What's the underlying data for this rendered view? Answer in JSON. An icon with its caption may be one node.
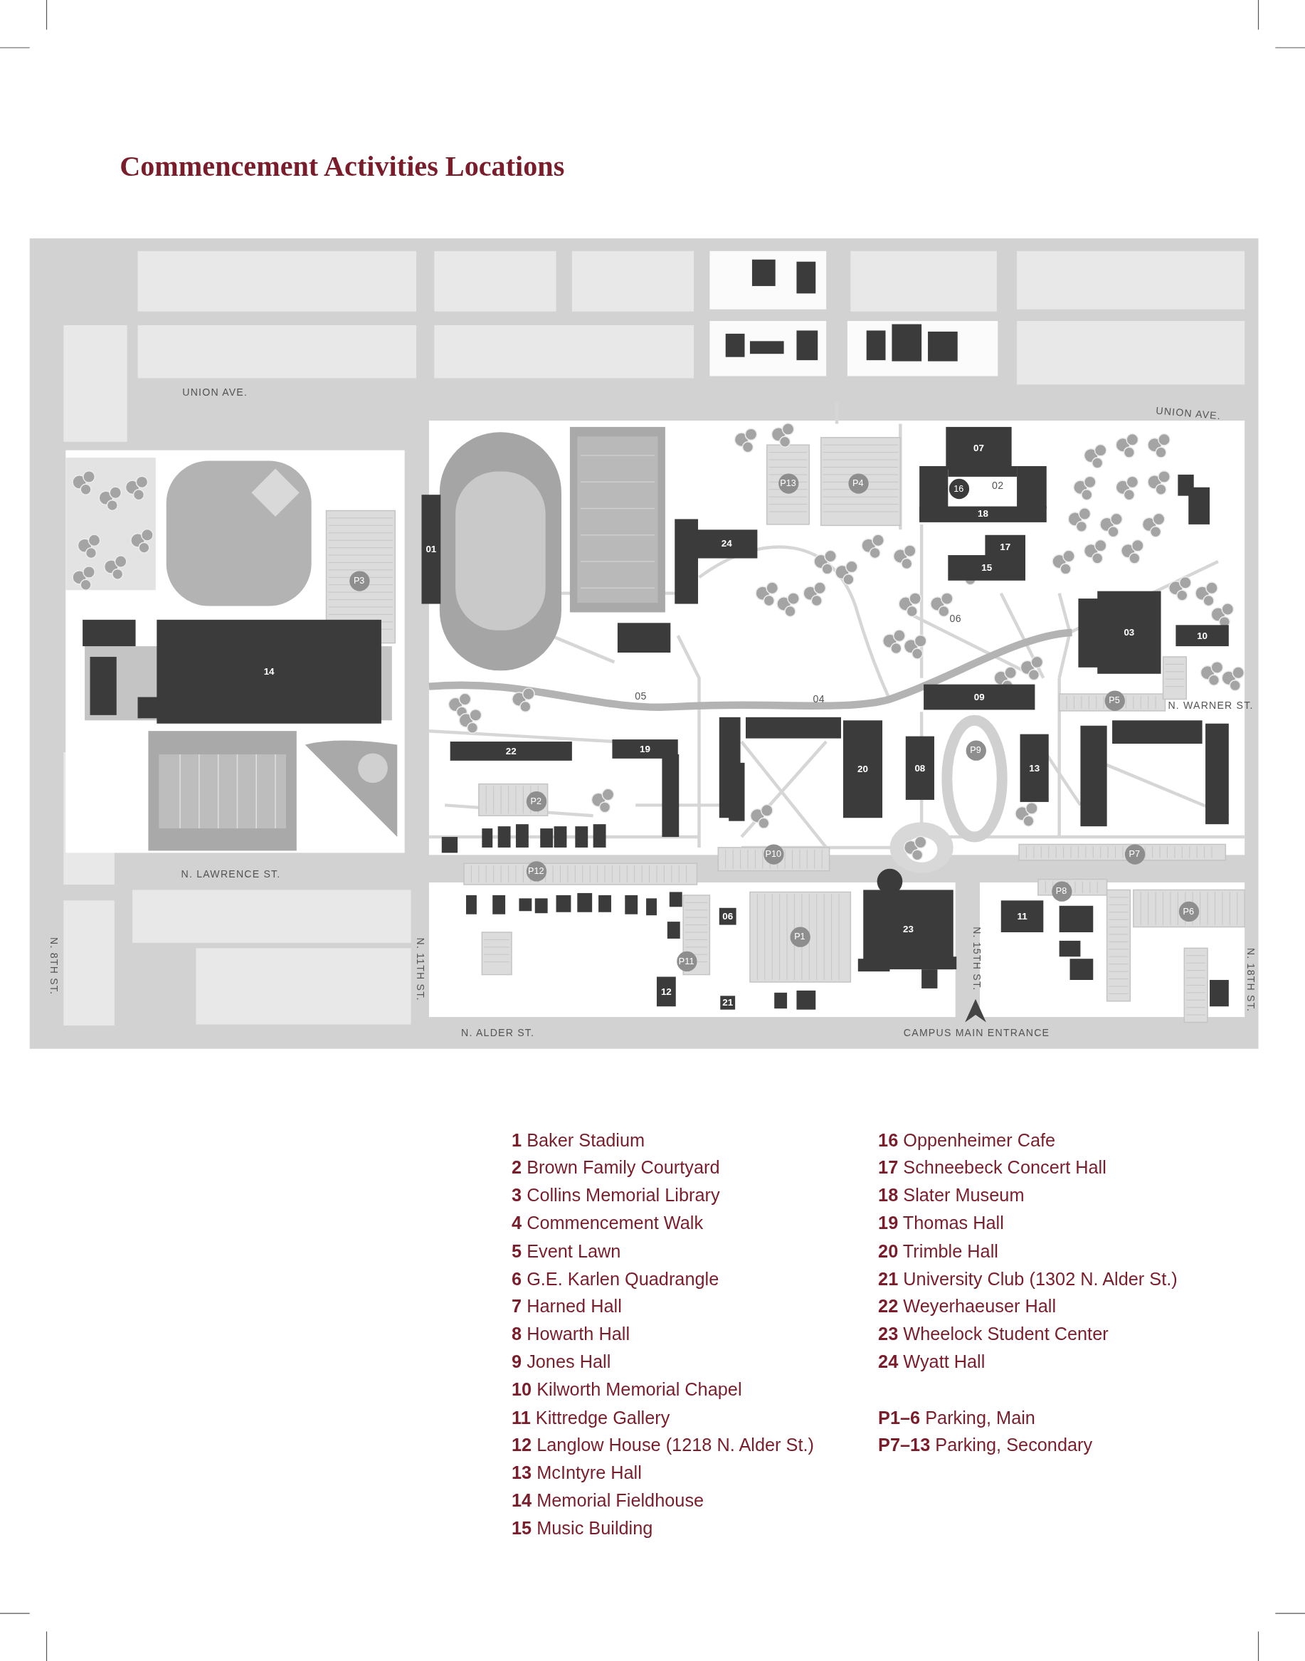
{
  "diagram": {
    "title": "Commencement Activities Locations",
    "nodes": [
      {
        "text": [
          "P13"
        ]
      },
      {
        "text": [
          "P4"
        ]
      },
      {
        "text": [
          "07"
        ]
      },
      {
        "text": [
          "16"
        ]
      },
      {
        "text": [
          "18"
        ]
      },
      {
        "text": [
          "17"
        ]
      },
      {
        "text": [
          "01"
        ]
      },
      {
        "text": [
          "24"
        ]
      },
      {
        "text": [
          "15"
        ]
      },
      {
        "text": [
          "P3"
        ]
      },
      {
        "text": [
          "03"
        ]
      },
      {
        "text": [
          "10"
        ]
      },
      {
        "text": [
          "14"
        ]
      },
      {
        "text": [
          "09"
        ]
      },
      {
        "text": [
          "P5"
        ]
      },
      {
        "text": [
          "22"
        ]
      },
      {
        "text": [
          "19"
        ]
      },
      {
        "text": [
          "P9"
        ]
      },
      {
        "text": [
          "20"
        ]
      },
      {
        "text": [
          "08"
        ]
      },
      {
        "text": [
          "13"
        ]
      },
      {
        "text": [
          "P2"
        ]
      },
      {
        "text": [
          "P10"
        ]
      },
      {
        "text": [
          "P7"
        ]
      },
      {
        "text": [
          "P12"
        ]
      },
      {
        "text": [
          "P8"
        ]
      },
      {
        "text": [
          "06"
        ]
      },
      {
        "text": [
          "23"
        ]
      },
      {
        "text": [
          "11"
        ]
      },
      {
        "text": [
          "P6"
        ]
      },
      {
        "text": [
          "P1"
        ]
      },
      {
        "text": [
          "P11"
        ]
      },
      {
        "text": [
          "12"
        ]
      },
      {
        "text": [
          "21"
        ]
      }
    ],
    "labels": [
      "UNION AVE.",
      "UNION AVE.",
      "02",
      "06",
      "05",
      "04",
      "N. WARNER ST.",
      "N. LAWRENCE ST.",
      "N. 8TH ST.",
      "N. 11TH ST.",
      "N. 15TH ST.",
      "N. 18TH ST.",
      "N. ALDER ST.",
      "CAMPUS MAIN ENTRANCE",
      "**1** Baker Stadium",
      "**2** Brown Family Courtyard",
      "**3** Collins Memorial Library",
      "**4** Commencement Walk",
      "**5** Event Lawn",
      "**6** G.E. Karlen Quadrangle",
      "**7** Harned Hall",
      "**8** Howarth Hall",
      "**9** Jones Hall",
      "**10** Kilworth Memorial Chapel",
      "**11** Kittredge Gallery",
      "**12** Langlow House (1218 N. Alder St.)",
      "**13** McIntyre Hall",
      "**14** Memorial Fieldhouse",
      "**15** Music Building",
      "**16** Oppenheimer Cafe",
      "**17** Schneebeck Concert Hall",
      "**18** Slater Museum",
      "**19** Thomas Hall",
      "**20** Trimble Hall",
      "**21** University Club (1302 N. Alder St.)",
      "**22** Weyerhaeuser Hall",
      "**23** Wheelock Student Center",
      "**24** Wyatt Hall",
      "**P1–6** Parking, Main",
      "**P7–13** Parking, Secondary"
    ]
  }
}
